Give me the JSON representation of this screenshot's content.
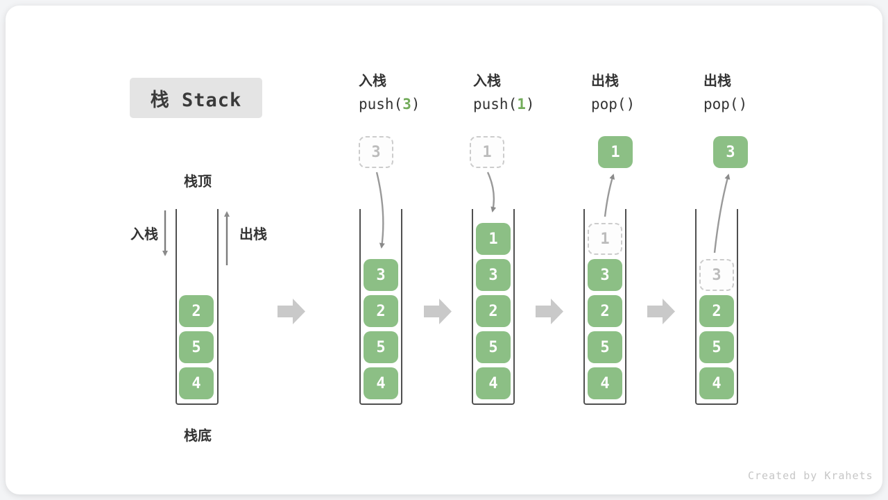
{
  "title": "栈 Stack",
  "watermark": "Created by Krahets",
  "legend": {
    "stack_top": "栈顶",
    "stack_bottom": "栈底",
    "push": "入栈",
    "pop": "出栈"
  },
  "colors": {
    "element_green": "#8cbf85",
    "call_arg_green": "#72ab5a",
    "flow_arrow_gray": "#8a8a8a",
    "block_arrow_gray": "#c9c9c9",
    "dashed_border": "#cccccc",
    "dashed_text": "#bcbcbc",
    "text_dark": "#333333",
    "title_box_bg": "#e4e4e4"
  },
  "states": [
    {
      "name": "initial",
      "stack": [
        {
          "value": "2",
          "style": "solid"
        },
        {
          "value": "5",
          "style": "solid"
        },
        {
          "value": "4",
          "style": "solid"
        }
      ]
    },
    {
      "name": "push-3",
      "op": {
        "action": "入栈",
        "call_pre": "push(",
        "call_arg": "3",
        "call_post": ")"
      },
      "incoming": {
        "value": "3",
        "style": "dashed"
      },
      "stack": [
        {
          "value": "3",
          "style": "solid"
        },
        {
          "value": "2",
          "style": "solid"
        },
        {
          "value": "5",
          "style": "solid"
        },
        {
          "value": "4",
          "style": "solid"
        }
      ]
    },
    {
      "name": "push-1",
      "op": {
        "action": "入栈",
        "call_pre": "push(",
        "call_arg": "1",
        "call_post": ")"
      },
      "incoming": {
        "value": "1",
        "style": "dashed"
      },
      "stack": [
        {
          "value": "1",
          "style": "solid"
        },
        {
          "value": "3",
          "style": "solid"
        },
        {
          "value": "2",
          "style": "solid"
        },
        {
          "value": "5",
          "style": "solid"
        },
        {
          "value": "4",
          "style": "solid"
        }
      ]
    },
    {
      "name": "pop-1",
      "op": {
        "action": "出栈",
        "call_pre": "pop(",
        "call_arg": "",
        "call_post": ")"
      },
      "popped": {
        "value": "1",
        "style": "solid"
      },
      "stack": [
        {
          "value": "1",
          "style": "dashed"
        },
        {
          "value": "3",
          "style": "solid"
        },
        {
          "value": "2",
          "style": "solid"
        },
        {
          "value": "5",
          "style": "solid"
        },
        {
          "value": "4",
          "style": "solid"
        }
      ]
    },
    {
      "name": "pop-3",
      "op": {
        "action": "出栈",
        "call_pre": "pop(",
        "call_arg": "",
        "call_post": ")"
      },
      "popped": {
        "value": "3",
        "style": "solid"
      },
      "stack": [
        {
          "value": "3",
          "style": "dashed"
        },
        {
          "value": "2",
          "style": "solid"
        },
        {
          "value": "5",
          "style": "solid"
        },
        {
          "value": "4",
          "style": "solid"
        }
      ]
    }
  ]
}
